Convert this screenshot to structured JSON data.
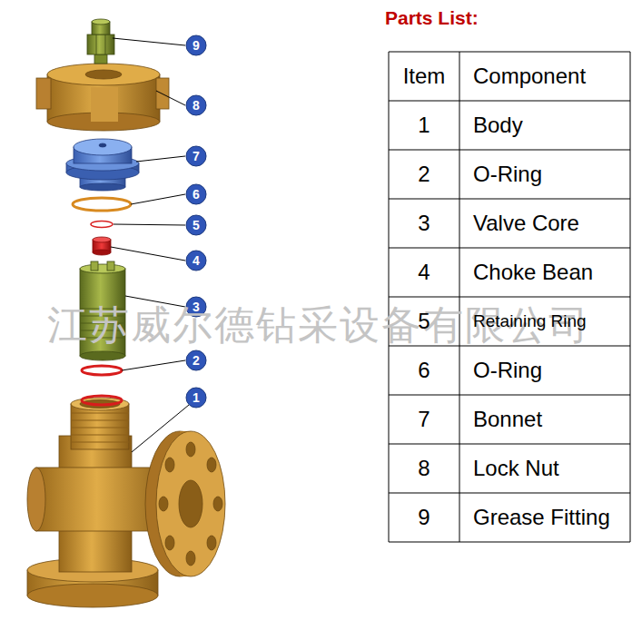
{
  "diagram": {
    "title": "Parts List:",
    "labels": [
      "Item",
      "Component",
      "1",
      "Body",
      "2",
      "O-Ring",
      "3",
      "Valve Core",
      "4",
      "Choke Bean",
      "5",
      "Retaining Ring",
      "6",
      "O-Ring",
      "7",
      "Bonnet",
      "8",
      "Lock Nut",
      "9",
      "Grease Fitting",
      "9",
      "8",
      "7",
      "6",
      "5",
      "4",
      "3",
      "2",
      "1",
      "江苏威尔德钻采设备有限公司"
    ]
  }
}
